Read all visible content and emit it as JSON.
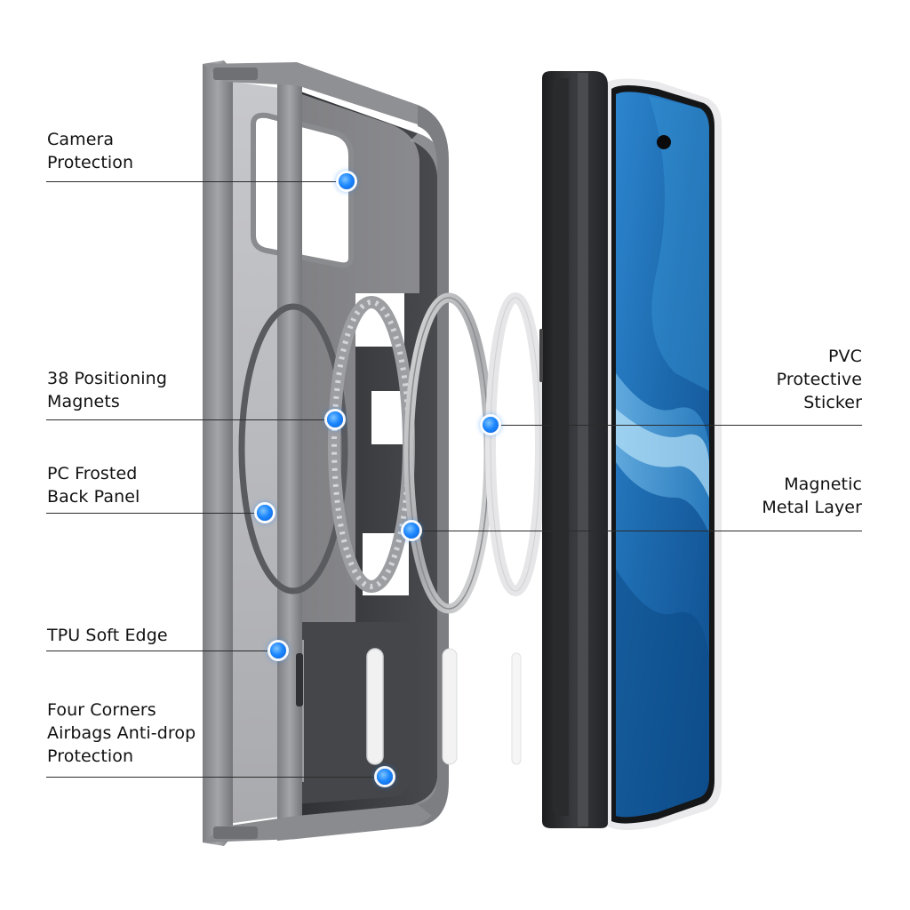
{
  "callouts": {
    "camera_protection": "Camera\nProtection",
    "positioning_magnets": "38 Positioning\nMagnets",
    "pc_frosted_back_panel": "PC Frosted\nBack Panel",
    "tpu_soft_edge": "TPU Soft Edge",
    "four_corners_airbags": "Four Corners\nAirbags Anti-drop\nProtection",
    "pvc_protective_sticker": "PVC\nProtective\nSticker",
    "magnetic_metal_layer": "Magnetic\nMetal Layer"
  },
  "colors": {
    "accent_dot": "#1e88ff",
    "case_frame": "#8e8f93",
    "case_panel": "#b3b4b8",
    "phone_body": "#2b2c2e",
    "screen_blue": "#1f73b8"
  },
  "icons": [
    "blue-dot-icon"
  ]
}
